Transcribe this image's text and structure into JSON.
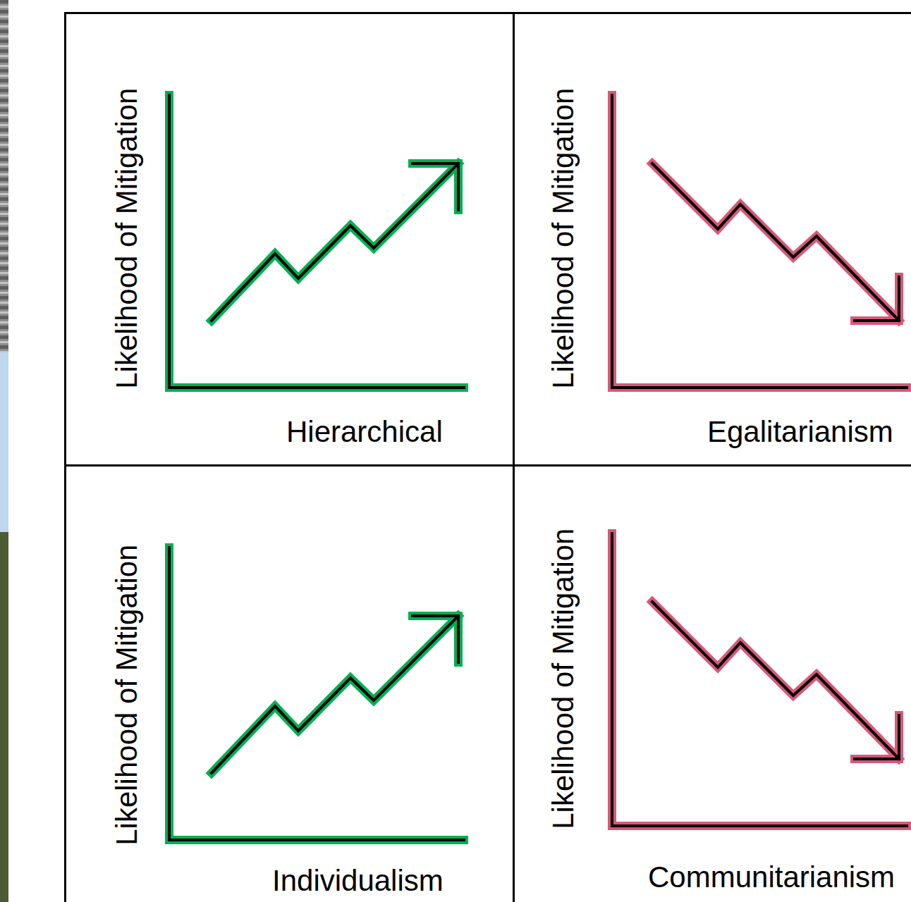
{
  "diagram": {
    "nodes": [
      {
        "text": [
          "Likelihood of Mitigation",
          "Hierarchical"
        ]
      },
      {
        "text": [
          "Likelihood of Mitigation",
          "Egalitarianism"
        ]
      },
      {
        "text": [
          "Likelihood of Mitigation",
          "Individualism"
        ]
      },
      {
        "text": [
          "Likelihood of Mitigation",
          "Communitarianism"
        ]
      }
    ]
  }
}
